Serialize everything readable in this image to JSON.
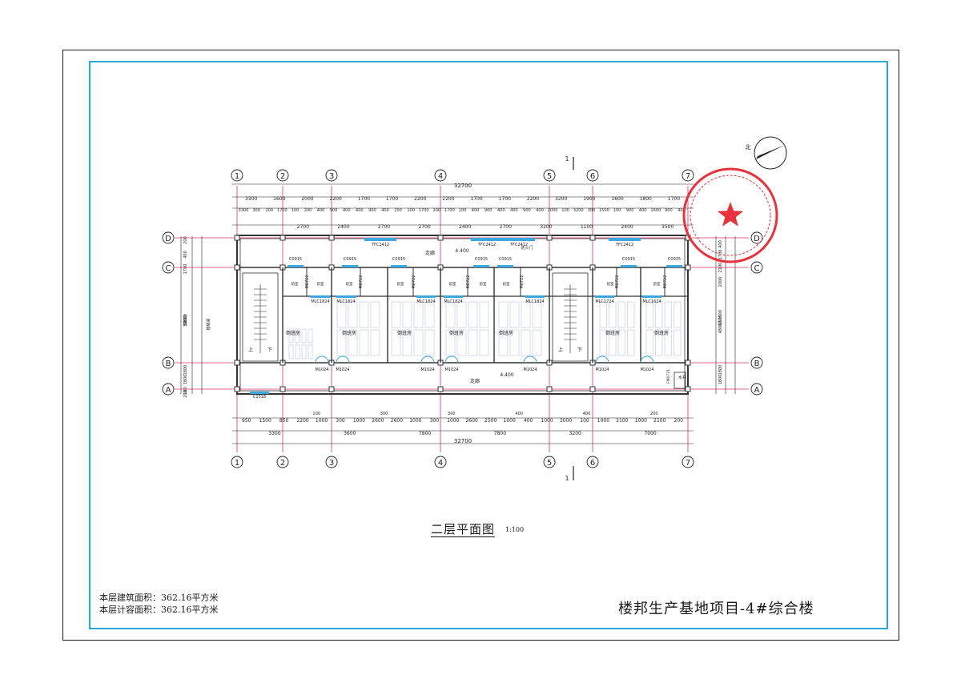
{
  "drawing": {
    "title": "二层平面图",
    "scale": "1:100",
    "project_title": "楼邦生产基地项目-4#综合楼",
    "area_building": "本层建筑面积：362.16平方米",
    "area_capacity": "本层计容面积：362.16平方米",
    "north_label": "北",
    "section_mark": "1"
  },
  "colors": {
    "frame_blue": "#2aa7d6",
    "axis_red": "#e0306a",
    "ink": "#222222",
    "wall": "#333333",
    "window_blue": "#3aa9e0",
    "stamp_red": "#e8323c",
    "hatch": "#b9c6da"
  },
  "axes": {
    "columns": [
      "1",
      "2",
      "3",
      "4",
      "5",
      "6",
      "7"
    ],
    "rows": [
      "D",
      "C",
      "B",
      "A"
    ]
  },
  "dims": {
    "total_top": "32700",
    "total_bottom": "32700",
    "top_row1": [
      "3300",
      "1600",
      "2000",
      "2200",
      "1700",
      "1700",
      "2200",
      "2200",
      "1700",
      "1700",
      "2200",
      "3200",
      "1900",
      "1600",
      "1800",
      "1700"
    ],
    "top_row2": [
      "3300",
      "300",
      "200",
      "1700",
      "100",
      "200",
      "400",
      "900",
      "400",
      "400",
      "900",
      "400",
      "200",
      "100",
      "1700",
      "200",
      "1700",
      "100",
      "400",
      "900",
      "400",
      "400",
      "900",
      "400",
      "2000",
      "100",
      "3200",
      "300",
      "1500",
      "100",
      "900",
      "400",
      "1600",
      "900",
      "400"
    ],
    "top_row3": [
      "2700",
      "2400",
      "2700",
      "2700",
      "2400",
      "2700",
      "3200",
      "1100",
      "2400",
      "3500"
    ],
    "bottom_row1": [
      "950",
      "1500",
      "850",
      "2200",
      "1000",
      "300",
      "1000",
      "2600",
      "2600",
      "1000",
      "300",
      "1000",
      "2600",
      "2500",
      "1000",
      "400",
      "1000",
      "3000",
      "100",
      "1000",
      "2100",
      "1000",
      "2100",
      "200"
    ],
    "bottom_row2": [
      "3300",
      "3600",
      "7800",
      "7800",
      "3200",
      "7000"
    ],
    "bottom_small": [
      "100",
      "300",
      "300",
      "400",
      "400",
      "200"
    ],
    "left": [
      "200",
      "400",
      "1700",
      "2100",
      "5800",
      "10800",
      "1800",
      "1800",
      "100",
      "200"
    ],
    "right": [
      "400",
      "1700",
      "2100",
      "2000",
      "4800",
      "6800",
      "10800",
      "1800",
      "1800"
    ]
  },
  "labels": {
    "windows_top": [
      "TFC2412",
      "TFC2412",
      "TFC2412",
      "TFC2412"
    ],
    "windows_top_c": [
      "C0915",
      "C0915",
      "C0915",
      "C0915",
      "C0915",
      "C0915",
      "C0915",
      "C0915"
    ],
    "doors_wc": [
      "M0722",
      "M0722",
      "M0722",
      "M0722",
      "M0722",
      "M0722",
      "M0722"
    ],
    "windows_mid": [
      "MLC1824",
      "MLC1824",
      "MLC1824",
      "MLC1824",
      "MLC1824",
      "MLC1724",
      "MLC1624"
    ],
    "doors_b": [
      "M1024",
      "M1024",
      "M1024",
      "M1024",
      "M1024",
      "M1024",
      "M1024"
    ],
    "rooms": [
      "卫生间",
      "卫生间",
      "卫生间",
      "卫生间",
      "卫生间",
      "卫生间",
      "卫生间",
      "卫生间"
    ],
    "rooms_vestibule": [
      "前室",
      "前室",
      "前室",
      "前室",
      "前室",
      "前室",
      "前室",
      "前室"
    ],
    "rooms_main": [
      "倒班房",
      "倒班房",
      "倒班房",
      "倒班房",
      "倒班房",
      "倒班房",
      "倒班房"
    ],
    "corridor": "走廊",
    "elev": "4.400",
    "stair_up": "上",
    "stair_dn": "下",
    "stair_note": "防火门",
    "shaft": "水井",
    "door_shaft": "FM0721",
    "window_bottom": "C1518",
    "left_note": "楼梯间"
  }
}
